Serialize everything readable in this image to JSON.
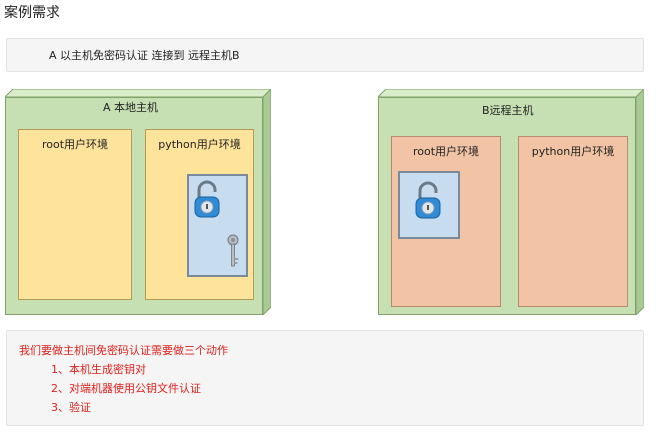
{
  "page": {
    "title": "案例需求"
  },
  "requirement": {
    "text": "A  以主机免密码认证  连接到  远程主机B"
  },
  "host_a": {
    "label": "A 本地主机",
    "env_root": "root用户环境",
    "env_python": "python用户环境",
    "lock_icon": "padlock-open-icon",
    "key_icon": "key-icon"
  },
  "host_b": {
    "label": "B远程主机",
    "env_root": "root用户环境",
    "env_python": "python用户环境",
    "lock_icon": "padlock-open-icon"
  },
  "notes": {
    "heading": "我们要做主机间免密码认证需要做三个动作",
    "steps": [
      "1、本机生成密钥对",
      "2、对端机器使用公钥文件认证",
      "3、验证"
    ]
  },
  "colors": {
    "host_green": "#c6e0b4",
    "env_yellow": "#fde49a",
    "env_peach": "#f2c4a5",
    "note_red": "#e0201d"
  }
}
